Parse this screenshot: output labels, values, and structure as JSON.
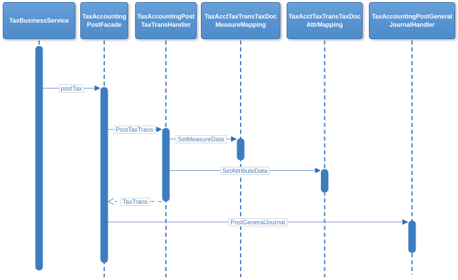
{
  "diagram": {
    "type": "uml-sequence-diagram",
    "colors": {
      "lifeline_header_fill": "#5793d0",
      "lifeline_header_border": "#4576a8",
      "lifeline_header_text": "#ffffff",
      "activation_fill": "#3d7dbf",
      "lifeline_dash": "#5588c5",
      "message_line": "#7b9cc7",
      "arrowhead": "#2c6fb2",
      "message_label_text": "#4a7ebb",
      "background": "#ffffff"
    },
    "lifelines": [
      {
        "name": "TaxBusinessService",
        "label": "TaxBusinessService"
      },
      {
        "name": "TaxAccountingPostFacade",
        "label": "TaxAccounting\nPostFacade"
      },
      {
        "name": "TaxAccountingPostTaxTransHandler",
        "label": "TaxAccountingPost\nTaxTransHandler"
      },
      {
        "name": "TaxAcctTaxTransTaxDocMeasureMapping",
        "label": "TaxAcctTaxTransTaxDoc\nMeasureMapping"
      },
      {
        "name": "TaxAcctTaxTransTaxDocAttrMapping",
        "label": "TaxAcctTaxTransTaxDoc\nAttrMapping"
      },
      {
        "name": "TaxAccountingPostGeneralJournalHandler",
        "label": "TaxAccountingPostGeneral\nJournalHandler"
      }
    ],
    "messages": [
      {
        "label": "postTax",
        "kind": "sync",
        "from": "TaxBusinessService",
        "to": "TaxAccountingPostFacade"
      },
      {
        "label": "PostTaxTrans",
        "kind": "sync",
        "from": "TaxAccountingPostFacade",
        "to": "TaxAccountingPostTaxTransHandler"
      },
      {
        "label": "SetMeasureData",
        "kind": "sync",
        "from": "TaxAccountingPostTaxTransHandler",
        "to": "TaxAcctTaxTransTaxDocMeasureMapping"
      },
      {
        "label": "SetAttributeData",
        "kind": "sync",
        "from": "TaxAccountingPostTaxTransHandler",
        "to": "TaxAcctTaxTransTaxDocAttrMapping"
      },
      {
        "label": "TaxTrans",
        "kind": "return",
        "from": "TaxAccountingPostTaxTransHandler",
        "to": "TaxAccountingPostFacade"
      },
      {
        "label": "PostGeneralJournal",
        "kind": "sync",
        "from": "TaxAccountingPostFacade",
        "to": "TaxAccountingPostGeneralJournalHandler"
      }
    ]
  }
}
